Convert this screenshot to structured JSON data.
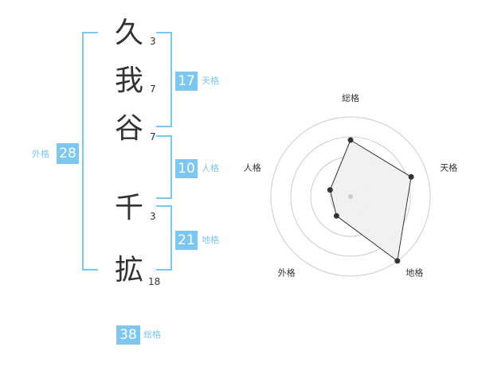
{
  "name": {
    "chars": [
      {
        "char": "久",
        "strokes": "3"
      },
      {
        "char": "我",
        "strokes": "7"
      },
      {
        "char": "谷",
        "strokes": "7"
      },
      {
        "char": "千",
        "strokes": "3"
      },
      {
        "char": "拡",
        "strokes": "18"
      }
    ]
  },
  "kakusu": {
    "gaikaku": {
      "value": "28",
      "label": "外格"
    },
    "tenkaku": {
      "value": "17",
      "label": "天格"
    },
    "jinkaku": {
      "value": "10",
      "label": "人格"
    },
    "chikaku": {
      "value": "21",
      "label": "地格"
    },
    "soukaku": {
      "value": "38",
      "label": "総格"
    }
  },
  "colors": {
    "accent": "#7cc7f0",
    "text": "#333333",
    "grid": "#cccccc",
    "fill": "#f0f0f0"
  },
  "chart_data": {
    "type": "radar",
    "axes": [
      "総格",
      "天格",
      "地格",
      "外格",
      "人格"
    ],
    "values": [
      0.71,
      0.8,
      1.0,
      0.3,
      0.27
    ],
    "rings": 4
  }
}
